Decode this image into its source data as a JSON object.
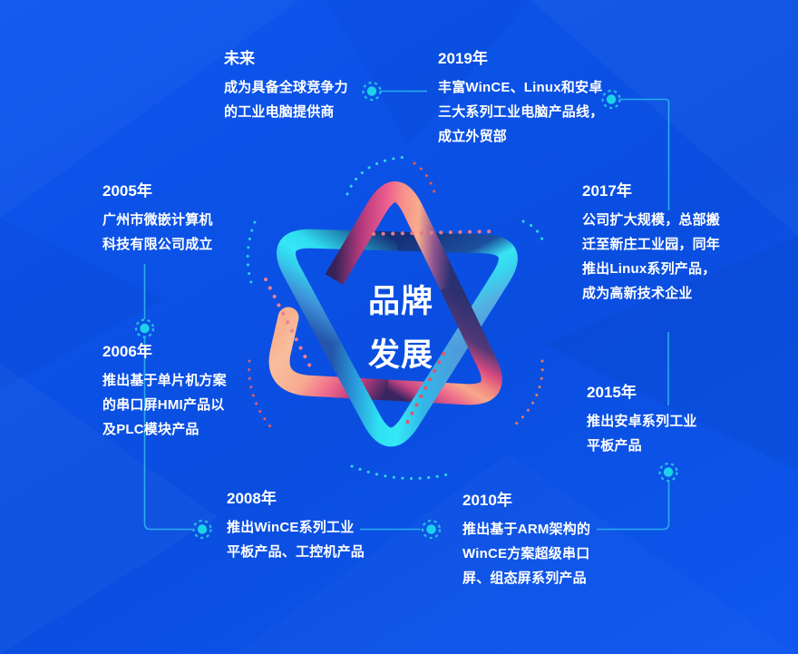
{
  "section": {
    "center_title_line1": "品牌",
    "center_title_line2": "发展"
  },
  "timeline": [
    {
      "id": "future",
      "year": "未来",
      "lines": [
        "成为具备全球竞争力",
        "的工业电脑提供商"
      ]
    },
    {
      "id": "y2019",
      "year": "2019年",
      "lines": [
        "丰富WinCE、Linux和安卓",
        "三大系列工业电脑产品线，",
        "成立外贸部"
      ]
    },
    {
      "id": "y2017",
      "year": "2017年",
      "lines": [
        "公司扩大规模，总部搬",
        "迁至新庄工业园，同年",
        "推出Linux系列产品，",
        "成为高新技术企业"
      ]
    },
    {
      "id": "y2015",
      "year": "2015年",
      "lines": [
        "推出安卓系列工业",
        "平板产品"
      ]
    },
    {
      "id": "y2010",
      "year": "2010年",
      "lines": [
        "推出基于ARM架构的",
        "WinCE方案超级串口",
        "屏、组态屏系列产品"
      ]
    },
    {
      "id": "y2008",
      "year": "2008年",
      "lines": [
        "推出WinCE系列工业",
        "平板产品、工控机产品"
      ]
    },
    {
      "id": "y2006",
      "year": "2006年",
      "lines": [
        "推出基于单片机方案",
        "的串口屏HMI产品以",
        "及PLC模块产品"
      ]
    },
    {
      "id": "y2005",
      "year": "2005年",
      "lines": [
        "广州市微嵌计算机",
        "科技有限公司成立"
      ]
    }
  ],
  "colors": {
    "background_blue": "#0B51E4",
    "connector_line": "#2AACEE",
    "node_cyan": "#1BD3E9",
    "star_cyan": "#35E8F6",
    "star_pink": "#EF5B88",
    "star_salmon": "#F8A78E",
    "star_navy": "#2A3070",
    "text": "#FFFFFF"
  }
}
